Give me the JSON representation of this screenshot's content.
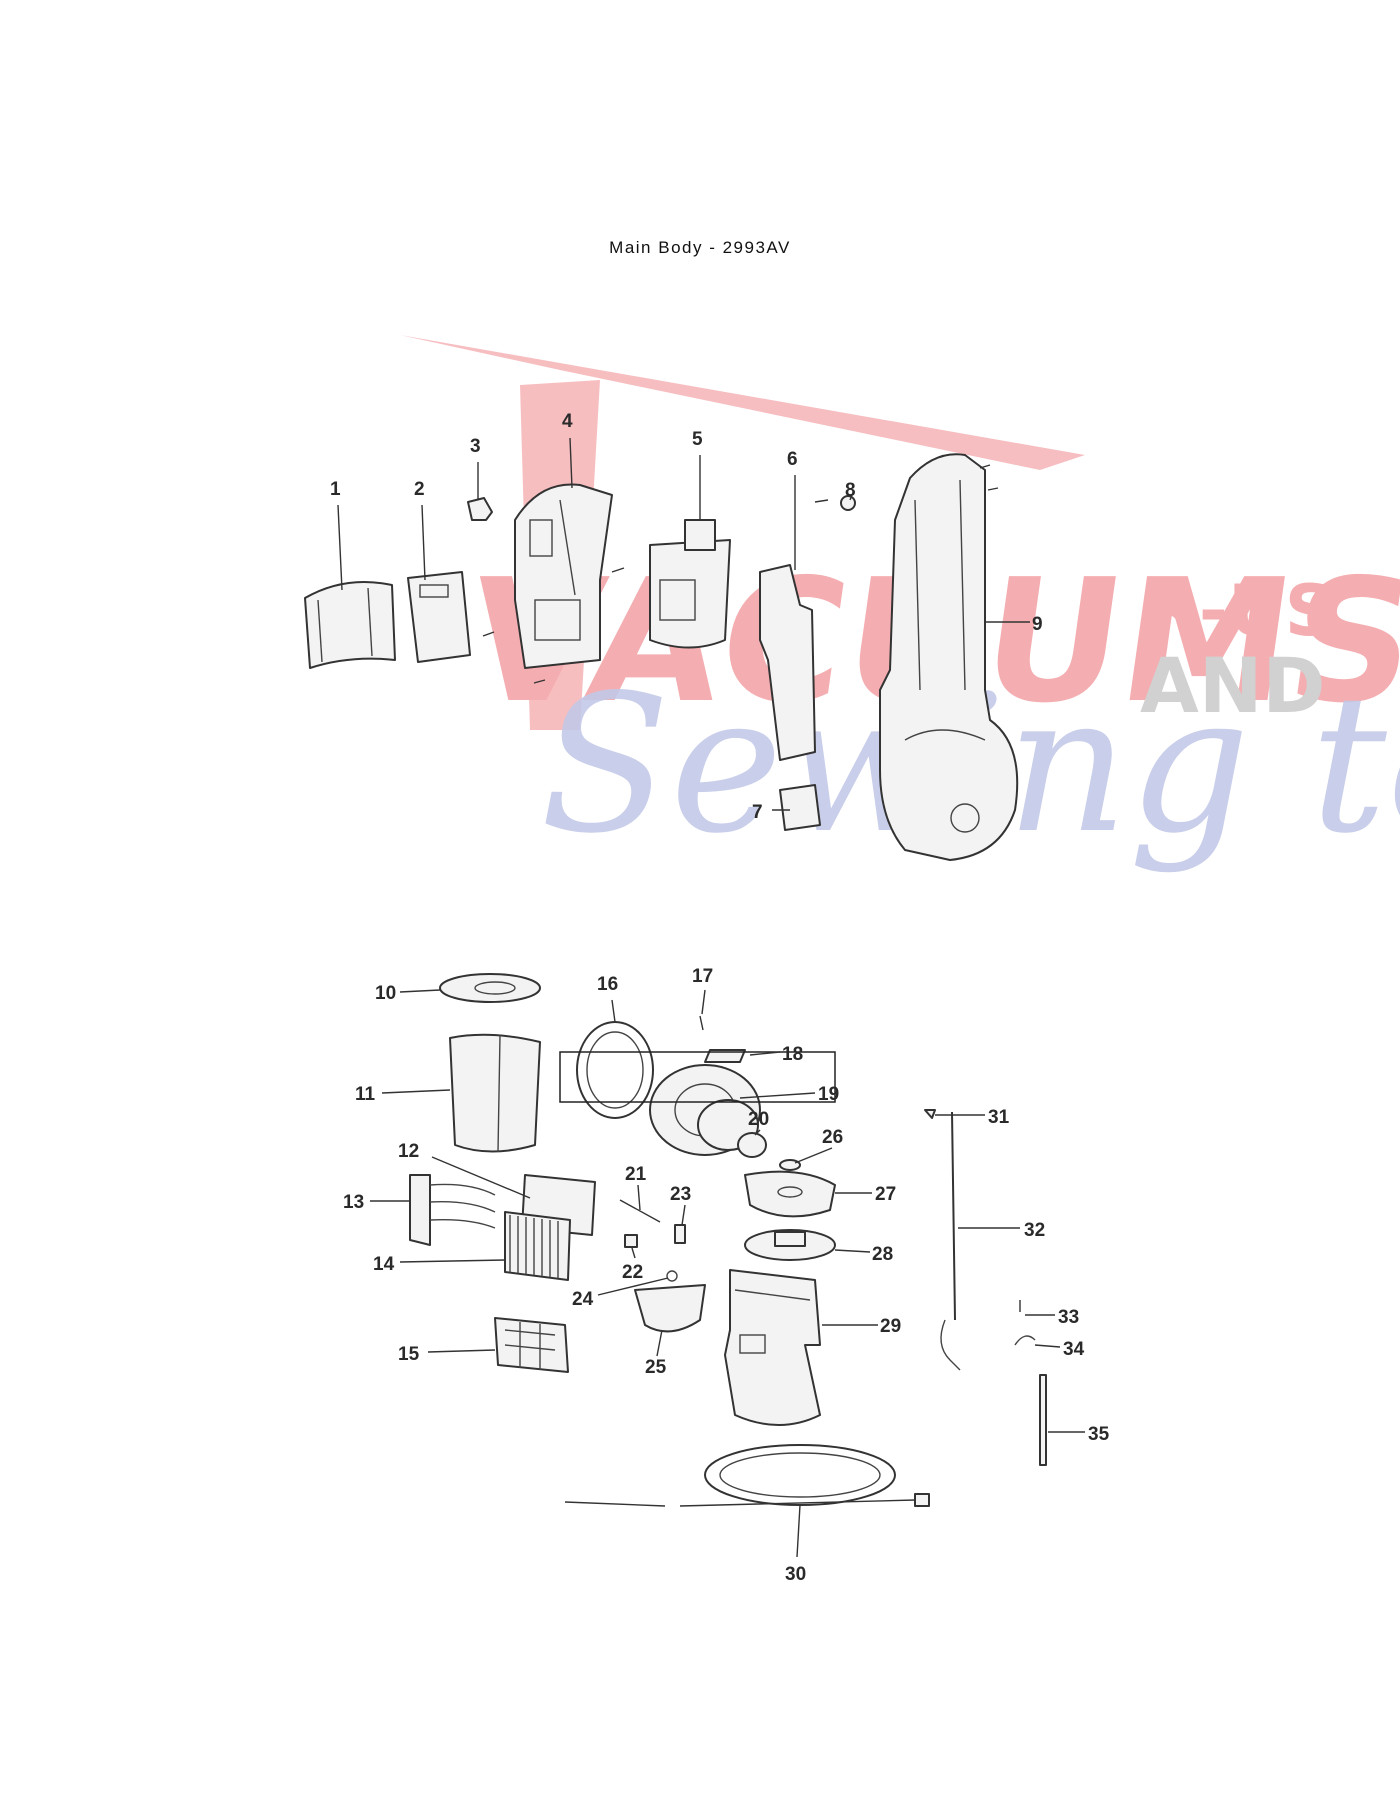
{
  "page": {
    "title": "Main Body - 2993AV"
  },
  "watermark": {
    "line1": "VACUUMS",
    "line2": "R-US",
    "line3": "AND",
    "line4": "Sewing too"
  },
  "callouts": [
    "1",
    "2",
    "3",
    "4",
    "5",
    "6",
    "7",
    "8",
    "9",
    "10",
    "11",
    "12",
    "13",
    "14",
    "15",
    "16",
    "17",
    "18",
    "19",
    "20",
    "21",
    "22",
    "23",
    "24",
    "25",
    "26",
    "27",
    "28",
    "29",
    "30",
    "31",
    "32",
    "33",
    "34",
    "35"
  ],
  "colors": {
    "watermark_red": "#f3a0a4",
    "watermark_blue": "#b8bfe4",
    "watermark_gray": "#c9c9c9",
    "line": "#333333"
  }
}
